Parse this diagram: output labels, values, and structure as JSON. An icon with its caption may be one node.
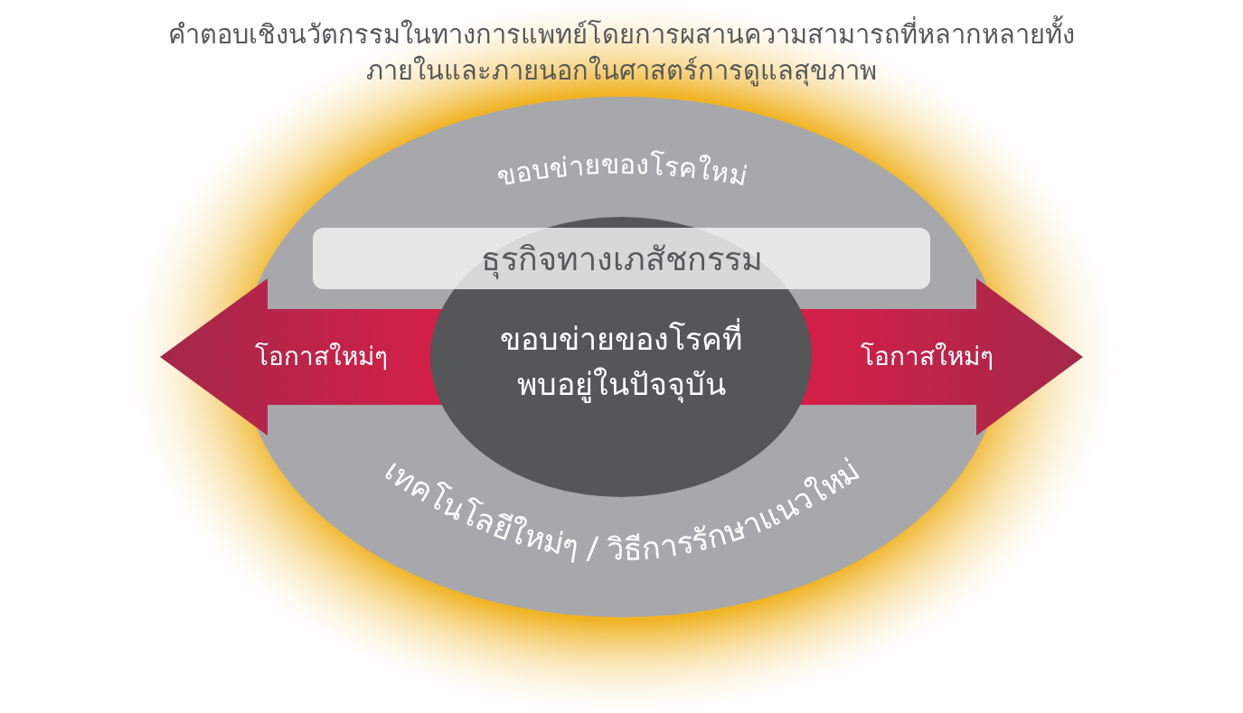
{
  "diagram": {
    "title": "คำตอบเชิงนวัตกรรมในทางการแพทย์โดยการผสานความสามารถที่หลากหลายทั้งภายในและภายนอกในศาสตร์การดูแลสุขภาพ",
    "nodes": [
      {
        "text": [
          "ขอบข่ายของโรคใหม่",
          "เทคโนโลยีใหม่ๆ / วิธีการรักษาแนวใหม่"
        ]
      },
      {
        "text": [
          "ธุรกิจทางเภสัชกรรม"
        ],
        "in": 0
      },
      {
        "text": [
          "ขอบข่ายของโรคที่พบอยู่ในปัจจุบัน"
        ],
        "in": 0
      },
      {
        "text": [
          "โอกาสใหม่ๆ",
          "โอกาสใหม่ๆ"
        ]
      }
    ],
    "edges": []
  }
}
